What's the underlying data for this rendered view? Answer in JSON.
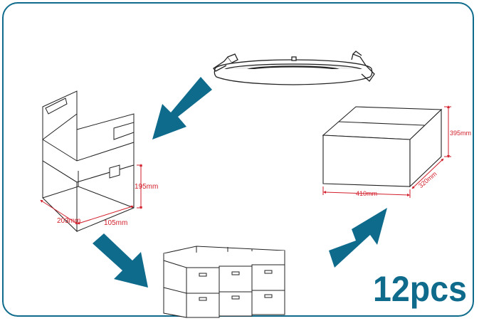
{
  "colors": {
    "frame": "#0f6b8c",
    "arrow": "#0f6b8c",
    "dimension": "#d21f2b",
    "line": "#222222"
  },
  "icons": [
    "panel-light-icon",
    "open-carton-icon",
    "packed-cartons-icon",
    "master-carton-icon",
    "flow-arrow-icon"
  ],
  "inner_box": {
    "width": "203mm",
    "depth": "105mm",
    "height": "195mm"
  },
  "outer_box": {
    "width": "410mm",
    "depth": "320mm",
    "height": "395mm"
  },
  "quantity": "12pcs"
}
